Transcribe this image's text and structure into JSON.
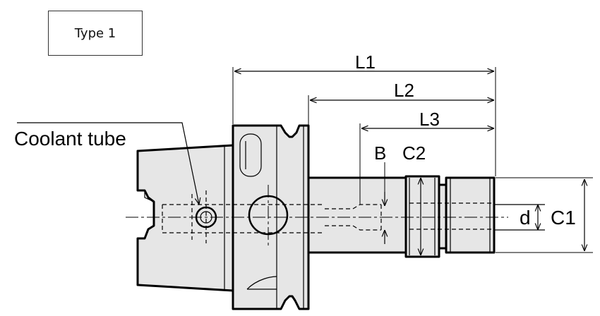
{
  "type_label": "Type 1",
  "callouts": {
    "coolant_tube": "Coolant tube"
  },
  "dimensions": {
    "L1": "L1",
    "L2": "L2",
    "L3": "L3",
    "B": "B",
    "C2": "C2",
    "d": "d",
    "C1": "C1"
  }
}
